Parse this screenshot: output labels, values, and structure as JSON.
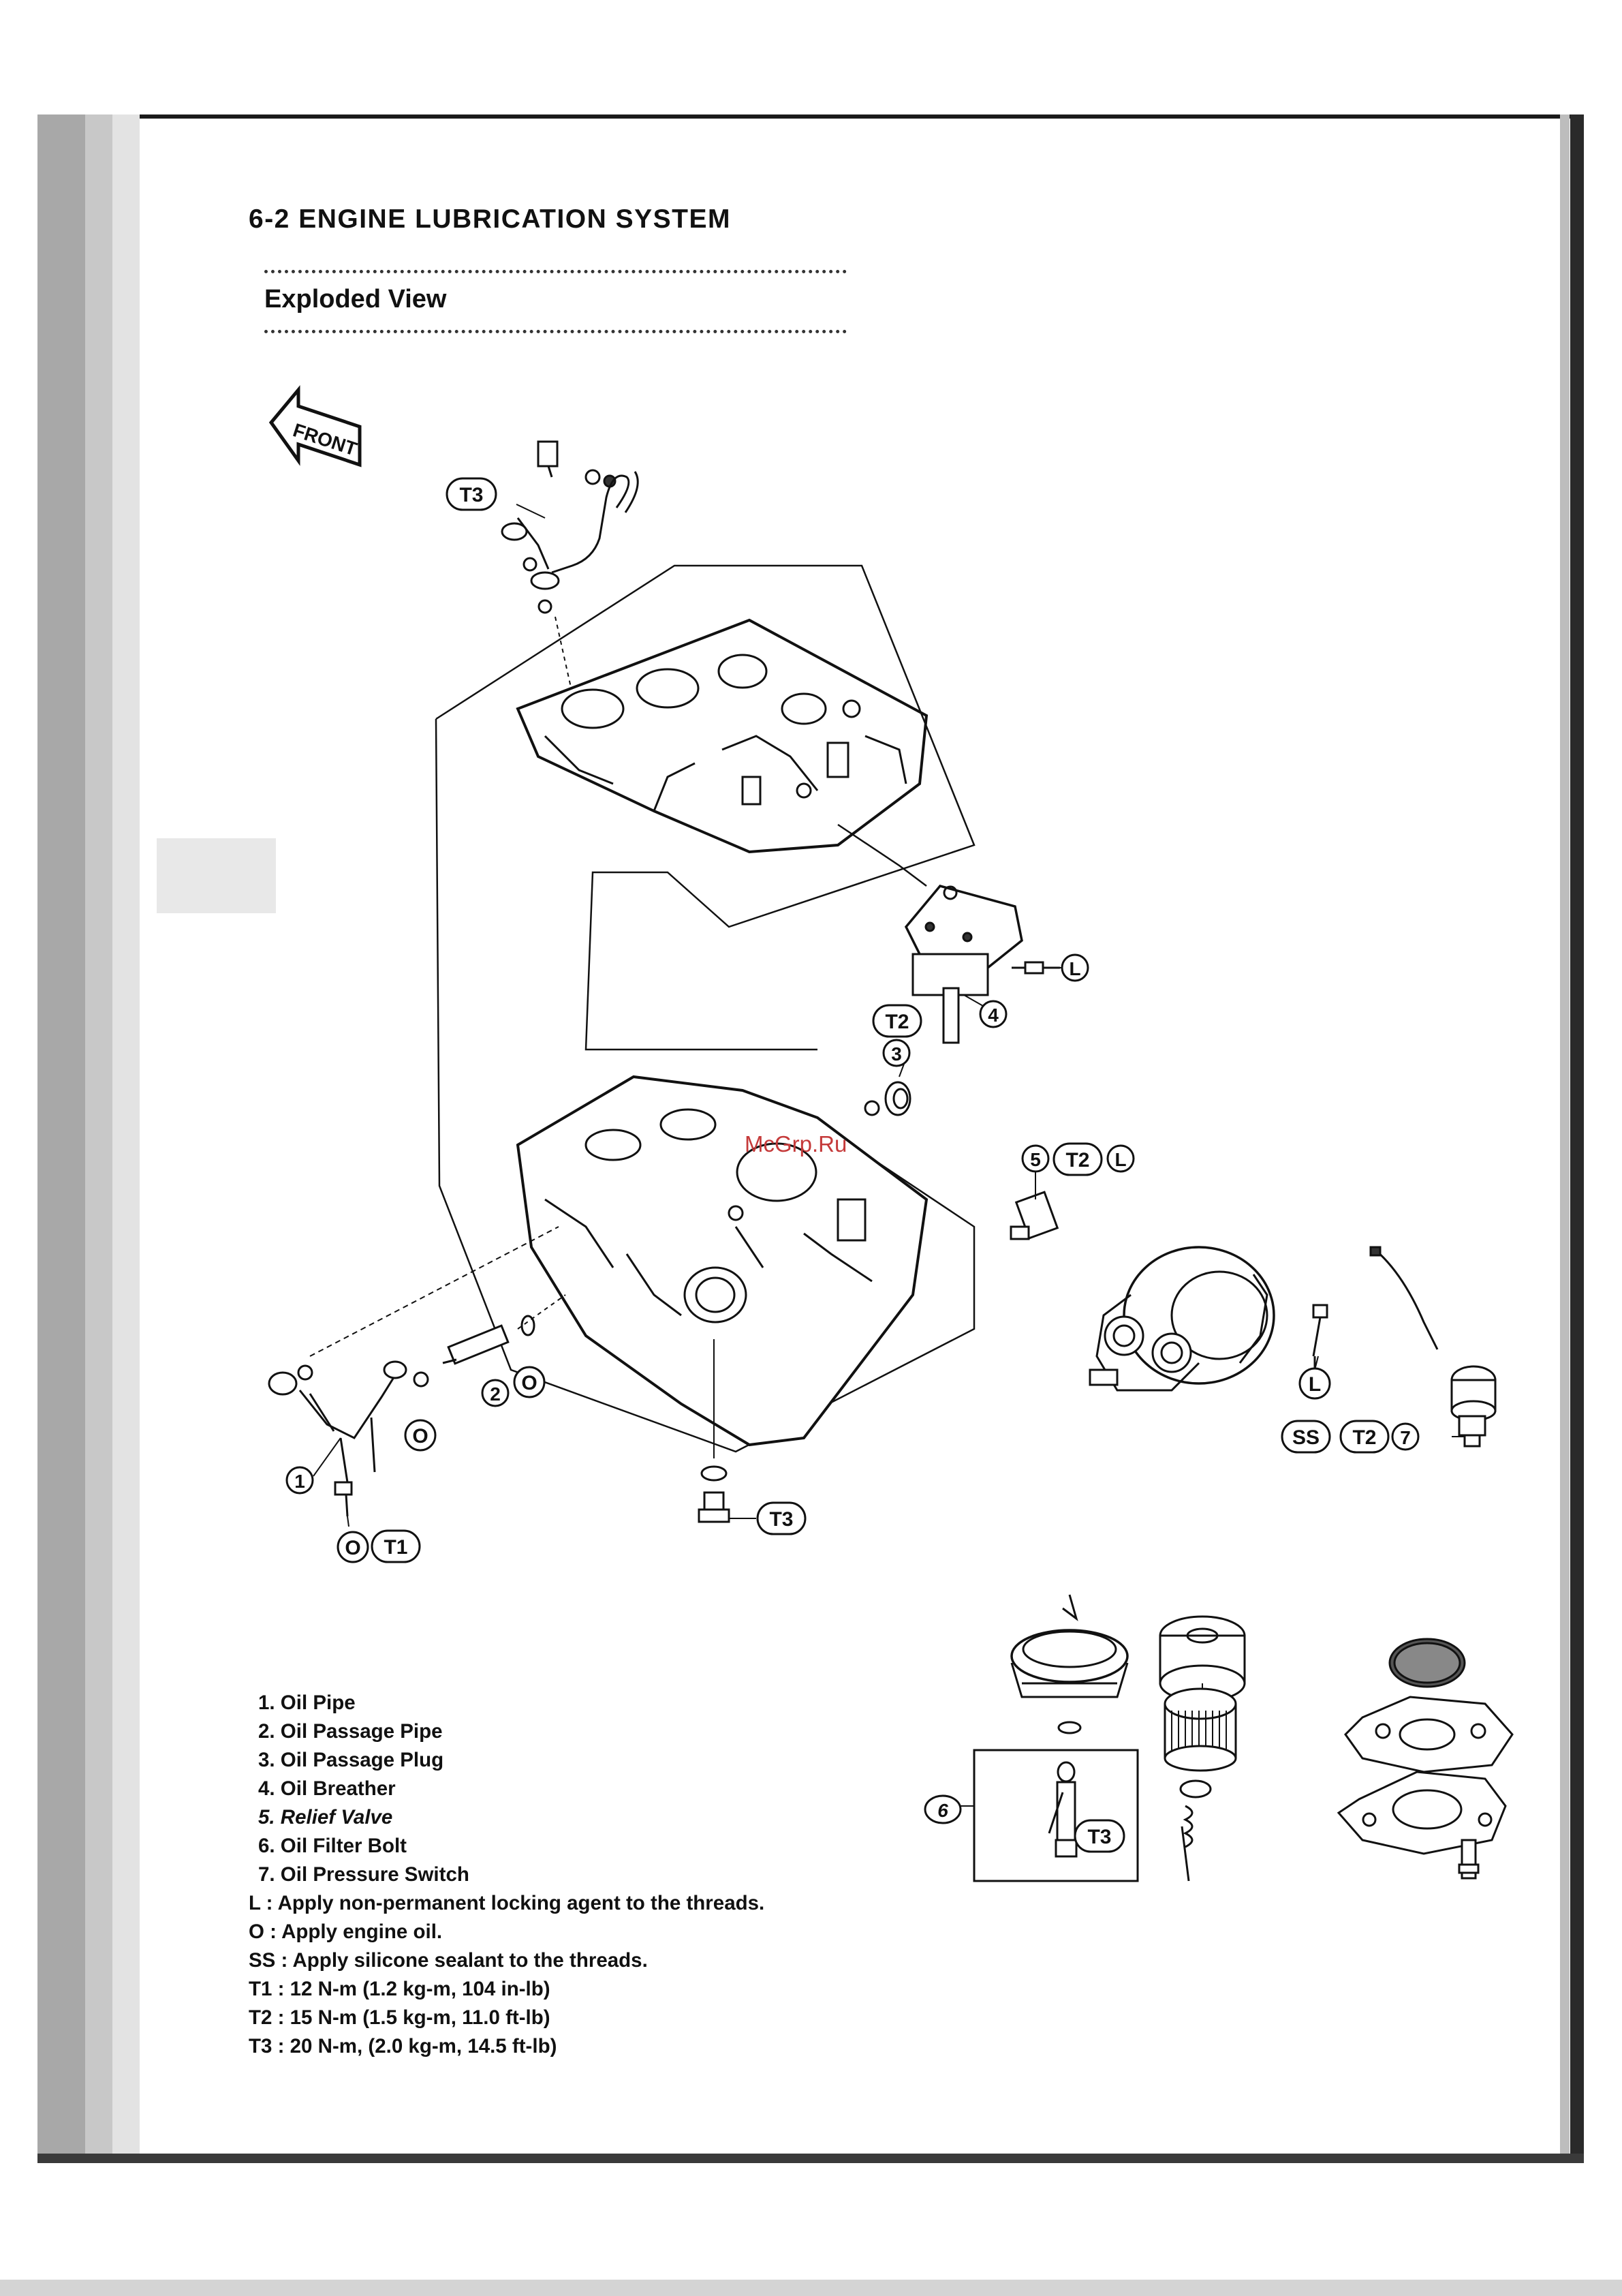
{
  "page": {
    "heading": "6-2 ENGINE LUBRICATION SYSTEM",
    "subheading": "Exploded View",
    "watermark": "McGrp.Ru"
  },
  "diagram": {
    "front_label": "FRONT",
    "callouts": {
      "t3_top": "T3",
      "l_breather": "L",
      "part4": "4",
      "t2_plug": "T2",
      "part3": "3",
      "part5": "5",
      "t2_relief": "T2",
      "l_relief": "L",
      "part1": "1",
      "o_pipe1": "O",
      "part2": "2",
      "o_pipe2": "O",
      "o_bolt": "O",
      "t1_bolt": "T1",
      "t3_drain": "T3",
      "l_pump_bolt": "L",
      "ss_switch": "SS",
      "t2_switch": "T2",
      "part7": "7",
      "part6": "6",
      "t3_filter": "T3"
    }
  },
  "legend": {
    "items": [
      "1. Oil Pipe",
      "2. Oil Passage Pipe",
      "3. Oil Passage Plug",
      "4. Oil Breather",
      "5. Relief Valve",
      "6. Oil Filter Bolt",
      "7. Oil Pressure Switch",
      "L  : Apply non-permanent locking agent to the threads.",
      "O  : Apply engine oil.",
      "SS : Apply silicone sealant to the threads.",
      "T1 : 12 N-m (1.2 kg-m, 104 in-lb)",
      "T2 : 15 N-m (1.5 kg-m, 11.0 ft-lb)",
      "T3 : 20 N-m, (2.0 kg-m, 14.5 ft-lb)"
    ]
  }
}
